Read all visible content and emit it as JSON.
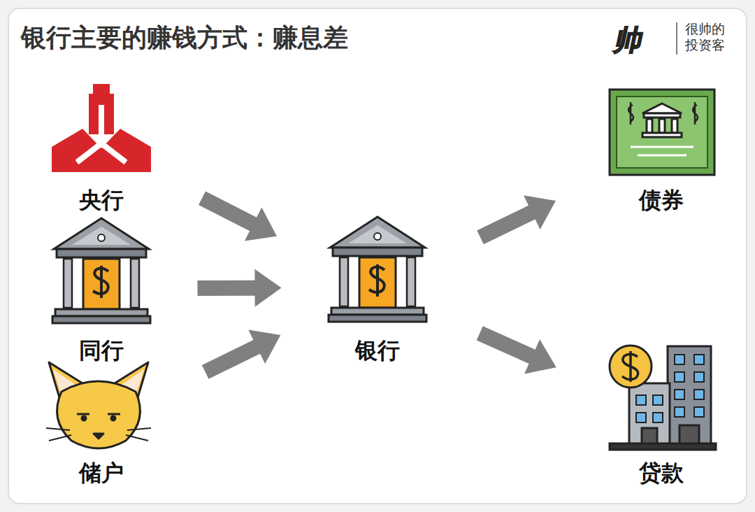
{
  "diagram": {
    "title": "银行主要的赚钱方式：赚息差",
    "nodes": [
      {
        "text": [
          "央行"
        ]
      },
      {
        "text": [
          "同行"
        ]
      },
      {
        "text": [
          "储户"
        ]
      },
      {
        "text": [
          "银行"
        ]
      },
      {
        "text": [
          "债券"
        ]
      },
      {
        "text": [
          "贷款"
        ]
      }
    ],
    "edges": [
      {
        "from": 0,
        "to": 3,
        "arrow": "to"
      },
      {
        "from": 1,
        "to": 3,
        "arrow": "to"
      },
      {
        "from": 2,
        "to": 3,
        "arrow": "to"
      },
      {
        "from": 3,
        "to": 4,
        "arrow": "to"
      },
      {
        "from": 3,
        "to": 5,
        "arrow": "to"
      }
    ],
    "labels": [
      "帅",
      "很帅的 投资客"
    ]
  }
}
